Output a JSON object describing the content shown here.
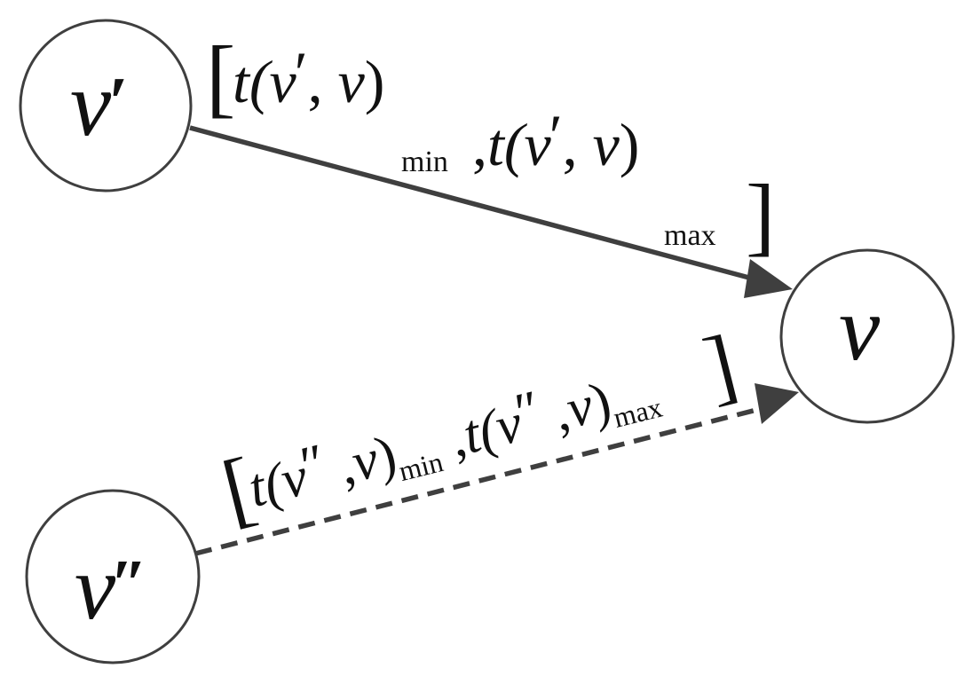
{
  "diagram": {
    "nodes": {
      "v_prime": {
        "label": "v",
        "mark": "′"
      },
      "v": {
        "label": "v"
      },
      "v_double": {
        "label": "v",
        "mark": "″"
      }
    },
    "edges": {
      "top": {
        "style": "solid",
        "label": {
          "open_bracket": "[",
          "t1": "t(",
          "var1": "v",
          "mark1": "′",
          "mid1": ", ",
          "var2": "v",
          "close1": ")",
          "sub_min": "min",
          "comma": " ,",
          "t2": "t(",
          "var3": "v",
          "mark2": "′",
          "mid2": ", ",
          "var4": "v",
          "close2": ")",
          "sub_max": "max",
          "close_bracket": "]"
        }
      },
      "bottom": {
        "style": "dashed",
        "label": {
          "open_bracket": "[",
          "t1": "t(",
          "var1": "v",
          "mark1": "″",
          "mid1": " ,",
          "var2": "v",
          "close1": ")",
          "sub_min": "min",
          "comma": " ,",
          "t2": "t(",
          "var3": "v",
          "mark2": "″",
          "mid2": " ,",
          "var4": "v",
          "close2": ")",
          "sub_max": "max",
          "close_bracket": "]"
        }
      }
    },
    "colors": {
      "stroke": "#3f3f3f",
      "text": "#111111"
    }
  }
}
